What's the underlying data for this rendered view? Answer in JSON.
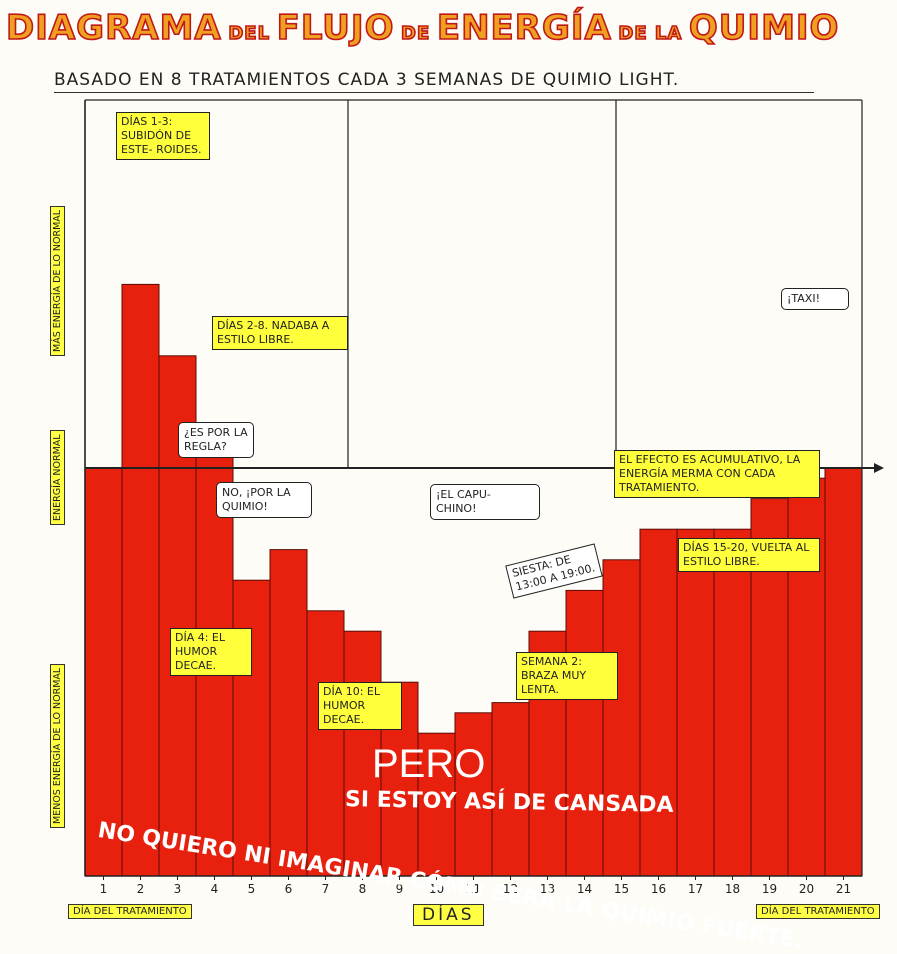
{
  "title": {
    "w1": "DIAGRAMA",
    "w2": "DEL",
    "w3": "FLUJO",
    "w4": "DE",
    "w5": "ENERGÍA",
    "w6": "DE LA",
    "w7": "QUIMIO"
  },
  "subtitle": "BASADO EN 8 TRATAMIENTOS CADA 3 SEMANAS DE QUIMIO LIGHT.",
  "y_labels": {
    "top": "Más energía de lo normal",
    "mid": "Energía normal",
    "bottom": "Menos energía de lo normal"
  },
  "x_axis": {
    "label": "DÍAS",
    "left_foot": "Día del tratamiento",
    "right_foot": "Día del tratamiento"
  },
  "notes": {
    "n1": "Días 1-3: subidón de este- roides.",
    "n2": "Días 2-8. Nadaba a estilo libre.",
    "n3": "Día 4: el humor decae.",
    "n4": "Día 10: el humor decae.",
    "n5": "Semana 2: braza muy lenta.",
    "n6": "Días 15-20, vuelta al estilo libre.",
    "n7": "El efecto es acumulativo, la energía merma con cada tratamiento.",
    "siesta": "Siesta: de 13:00 a 19:00."
  },
  "bubbles": {
    "b1": "¿Es por la regla?",
    "b2": "No, ¡por la quimio!",
    "b3": "¡El capu- chino!",
    "b4": "¡TAXI!"
  },
  "pero": "PERO",
  "msg1": "SI ESTOY ASÍ DE CANSADA",
  "msg2": "NO QUIERO NI IMAGINAR CÓMO SERÁ LA QUIMIO FUERTE.",
  "colors": {
    "bar": "#e8200e",
    "note": "#ffff3c",
    "title": "#f0a020",
    "title_outline": "#c01818"
  },
  "chart_data": {
    "type": "bar",
    "title": "DIAGRAMA DEL FLUJO DE ENERGÍA DE LA QUIMIO",
    "xlabel": "DÍAS",
    "ylabel": "",
    "categories": [
      "1",
      "2",
      "3",
      "4",
      "5",
      "6",
      "7",
      "8",
      "9",
      "10",
      "11",
      "12",
      "13",
      "14",
      "15",
      "16",
      "17",
      "18",
      "19",
      "20",
      "21"
    ],
    "values": [
      0,
      1.8,
      1.1,
      0.2,
      -1.1,
      -0.8,
      -1.4,
      -1.6,
      -2.1,
      -2.6,
      -2.4,
      -2.3,
      -1.6,
      -1.2,
      -0.9,
      -0.6,
      -0.6,
      -0.6,
      -0.3,
      -0.1,
      0
    ],
    "ylim": [
      -4,
      3
    ],
    "reference_line": 0,
    "grid": false
  }
}
